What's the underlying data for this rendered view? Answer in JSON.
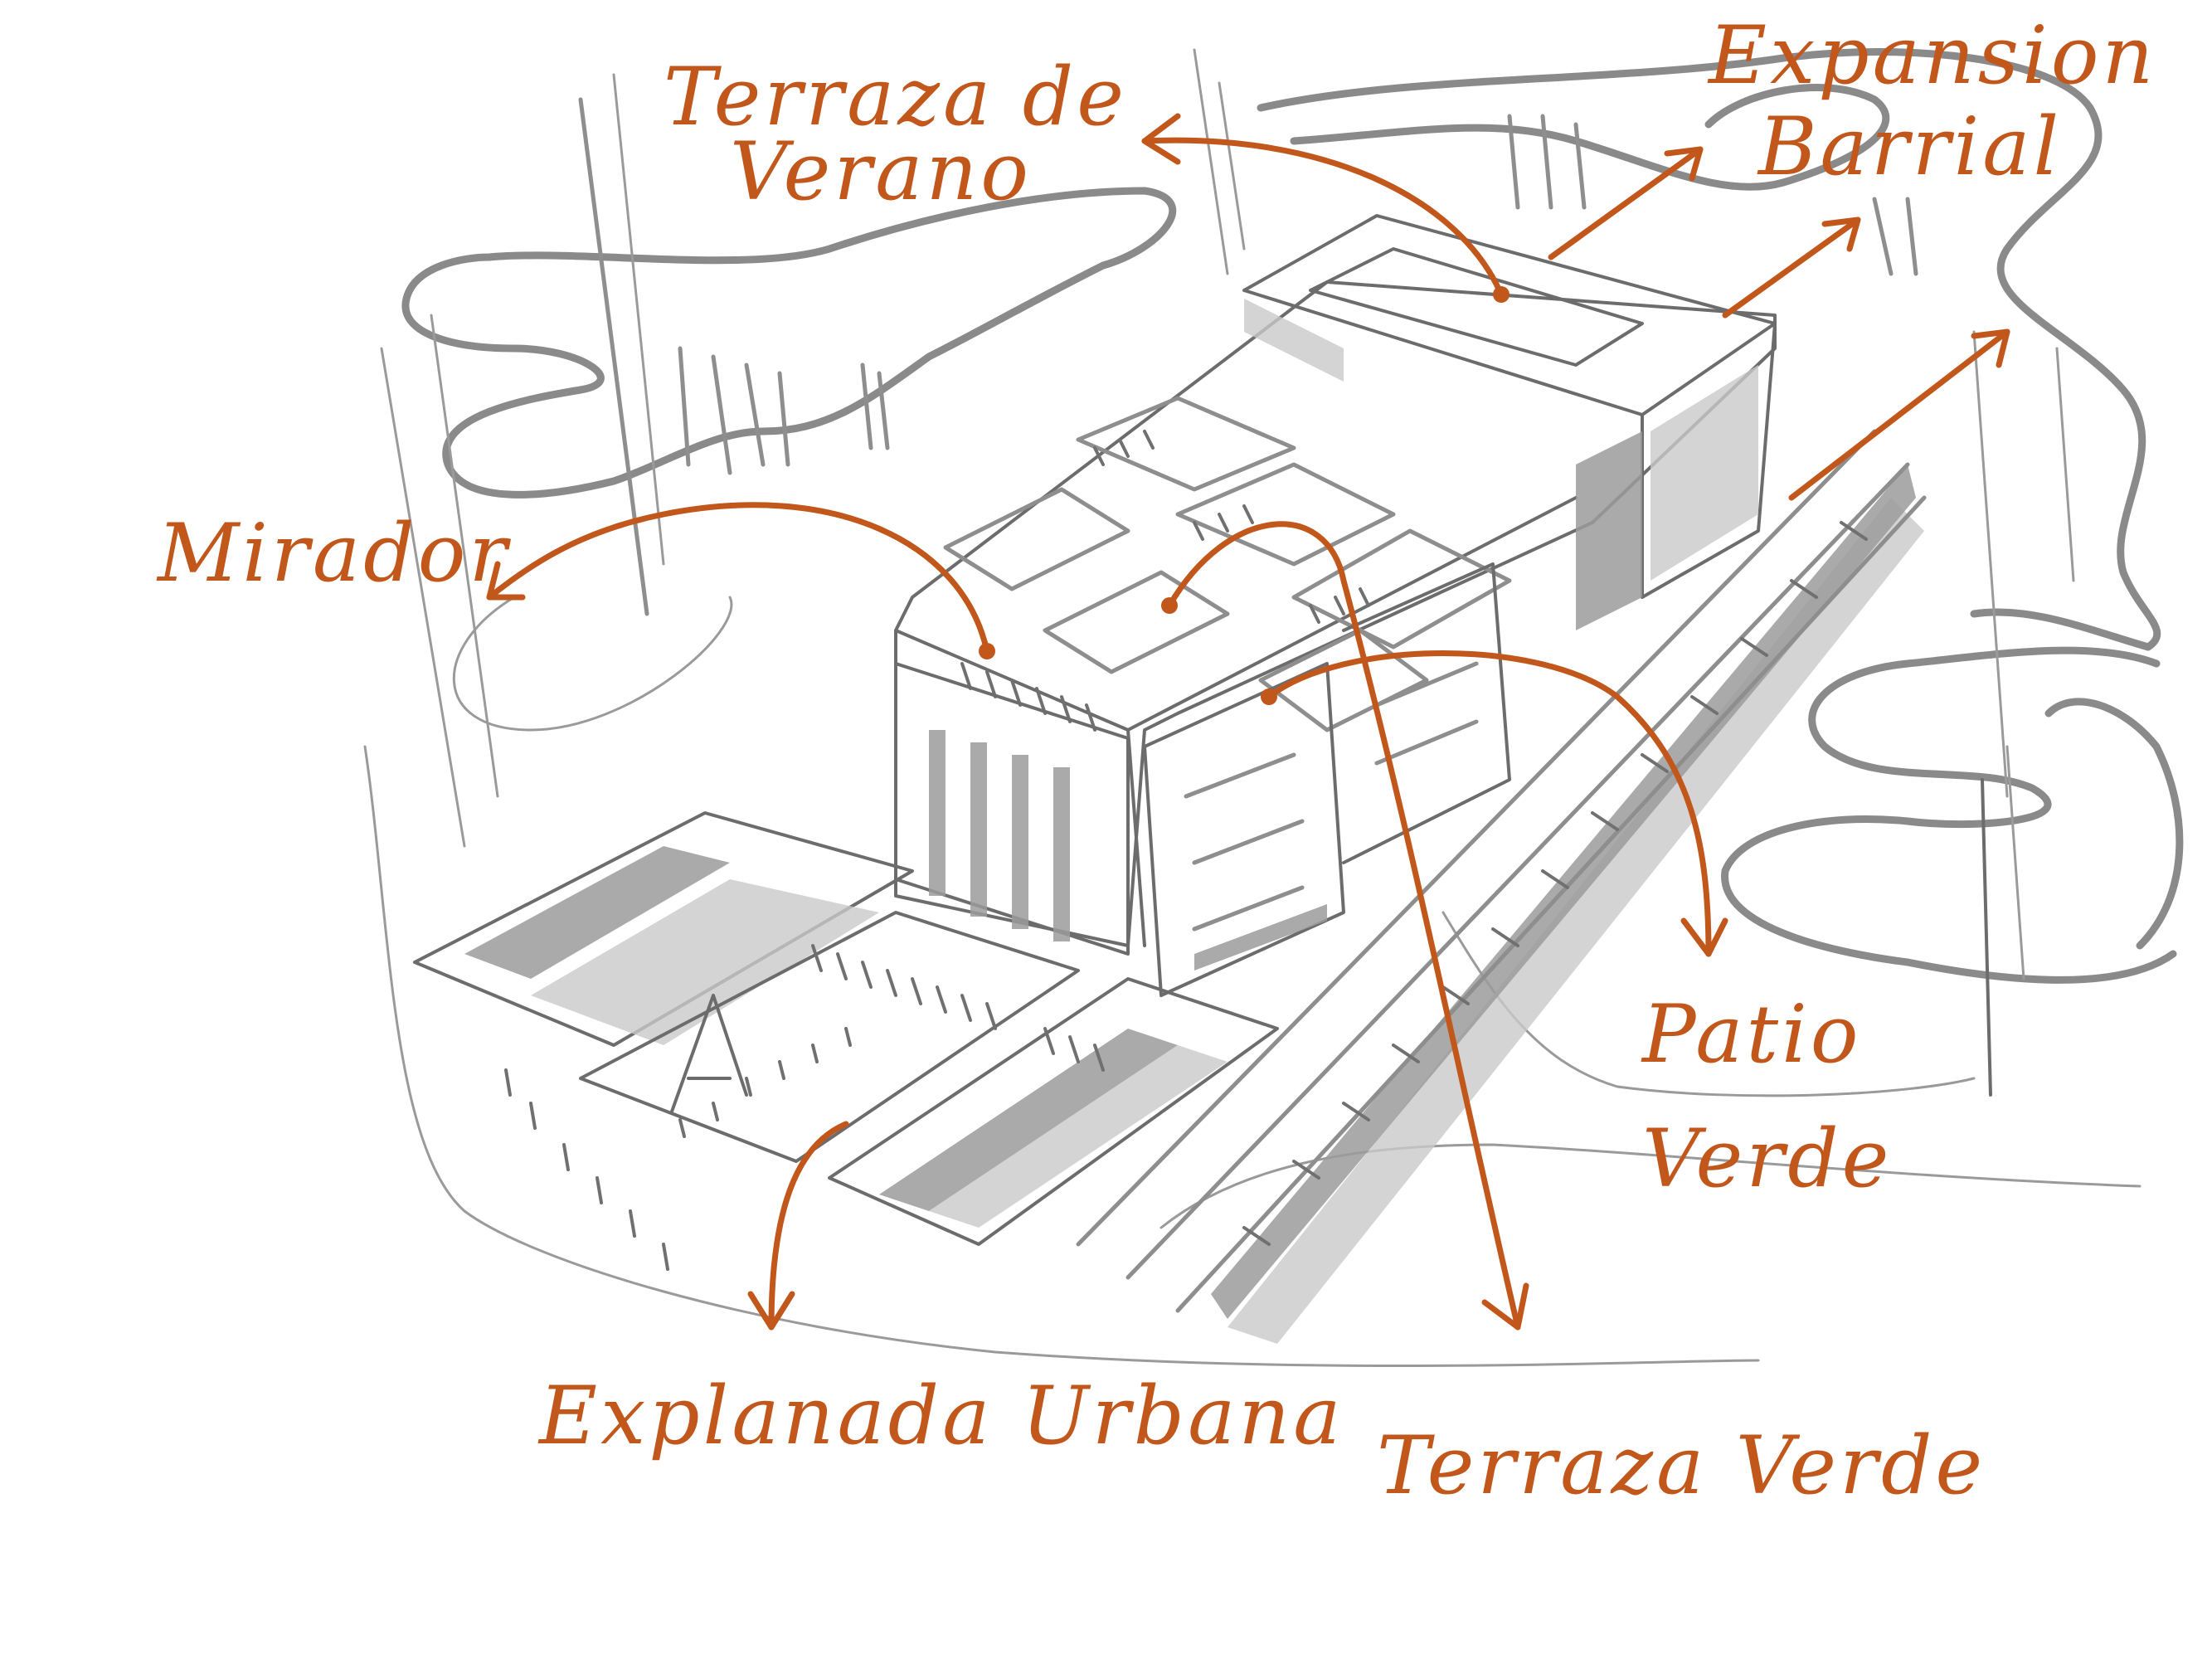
{
  "diagram": {
    "labels": {
      "terraza_de_verano_line1": "Terraza de",
      "terraza_de_verano_line2": "Verano",
      "expansion_barrial_line1": "Expansion",
      "expansion_barrial_line2": "Barrial",
      "mirador": "Mirador",
      "patio_verde_line1": "Patio",
      "patio_verde_line2": "Verde",
      "explanada_urbana": "Explanada Urbana",
      "terraza_verde": "Terraza Verde"
    },
    "colors": {
      "annotation": "#c2571c",
      "sketch": "#8e8e8e"
    }
  }
}
